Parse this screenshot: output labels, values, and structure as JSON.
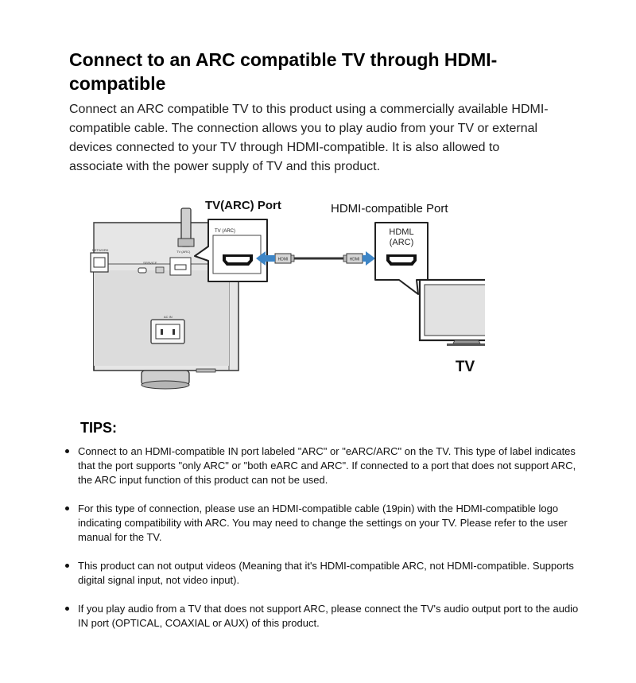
{
  "title": "Connect to an ARC compatible TV through HDMI-compatible",
  "intro": "Connect an ARC compatible TV to this product using a commercially available HDMI-compatible cable. The connection allows you to play audio from your TV or external devices connected to your TV through HDMI-compatible. It is also allowed to associate with the power supply of TV and this product.",
  "diagram": {
    "device_port_title": "TV(ARC) Port",
    "tv_port_title": "HDMI-compatible Port",
    "device_callout_label": "TV (ARC)",
    "tv_callout_label_line1": "HDML",
    "tv_callout_label_line2": "(ARC)",
    "cable_plug_label": "HDMI",
    "device_panel_label_network": "NETWORK",
    "device_panel_label_service": "SERVICE",
    "device_panel_label_tvarc": "TV (ARC)",
    "device_panel_label_acin": "AC IN",
    "tv_label": "TV",
    "arrow_color": "#3d85c6",
    "icons": [
      "hdmi-port-icon",
      "hdmi-plug-icon",
      "blue-arrow-icon",
      "antenna-icon",
      "power-socket-icon"
    ]
  },
  "tips": {
    "heading": "TIPS:",
    "items": [
      "Connect to an HDMI-compatible IN port labeled \"ARC\" or \"eARC/ARC\" on the TV. This type of label indicates that the port supports \"only ARC\" or \"both eARC and ARC\". If connected to a port that does not support ARC, the ARC input function of this product can not be used.",
      "For this type of connection, please use an HDMI-compatible cable (19pin) with the HDMI-compatible logo indicating compatibility with ARC. You may need to change the settings on your TV. Please refer to the user manual for the TV.",
      "This product can not output videos (Meaning that it's HDMI-compatible ARC, not HDMI-compatible. Supports digital signal input, not video input).",
      "If you play audio from a TV that does not support ARC, please connect the TV's audio output port to the audio IN port (OPTICAL, COAXIAL or AUX) of this product."
    ]
  }
}
